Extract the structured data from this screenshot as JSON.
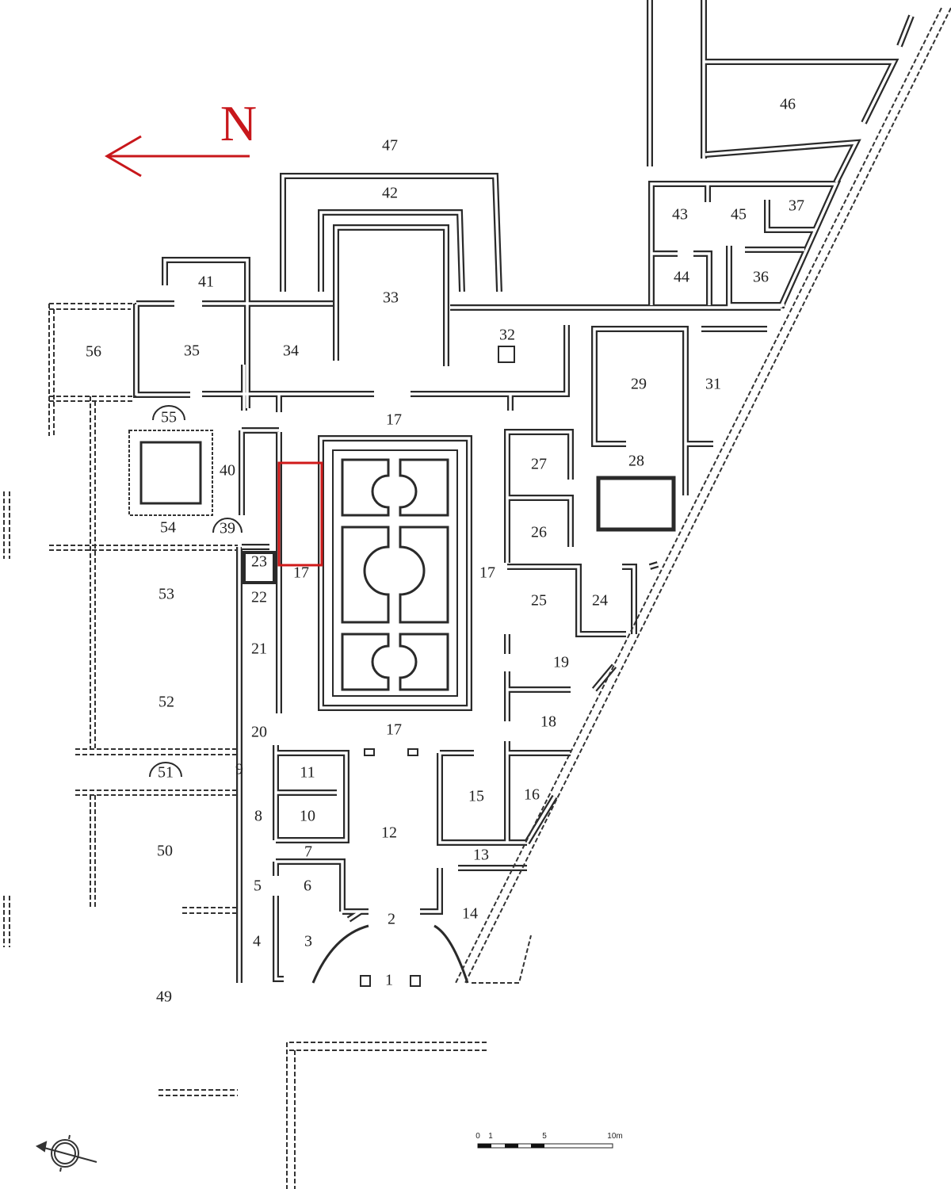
{
  "north_label": "N",
  "colors": {
    "highlight": "#d01a1a",
    "walls": "#2a2a2a"
  },
  "rooms": [
    "47",
    "42",
    "46",
    "43",
    "45",
    "37",
    "41",
    "33",
    "44",
    "36",
    "56",
    "35",
    "34",
    "32",
    "29",
    "31",
    "17",
    "55",
    "40",
    "27",
    "28",
    "54",
    "39",
    "26",
    "23",
    "17",
    "17",
    "53",
    "22",
    "25",
    "24",
    "21",
    "19",
    "52",
    "18",
    "20",
    "17",
    "51",
    "9",
    "11",
    "15",
    "16",
    "8",
    "10",
    "12",
    "50",
    "7",
    "13",
    "5",
    "6",
    "14",
    "2",
    "4",
    "3",
    "1",
    "49"
  ],
  "scale_bar": {
    "ticks": [
      "0",
      "1",
      "5",
      "10m"
    ]
  },
  "icons": {
    "north_arrow": "arrow-left-icon",
    "compass": "compass-icon"
  }
}
